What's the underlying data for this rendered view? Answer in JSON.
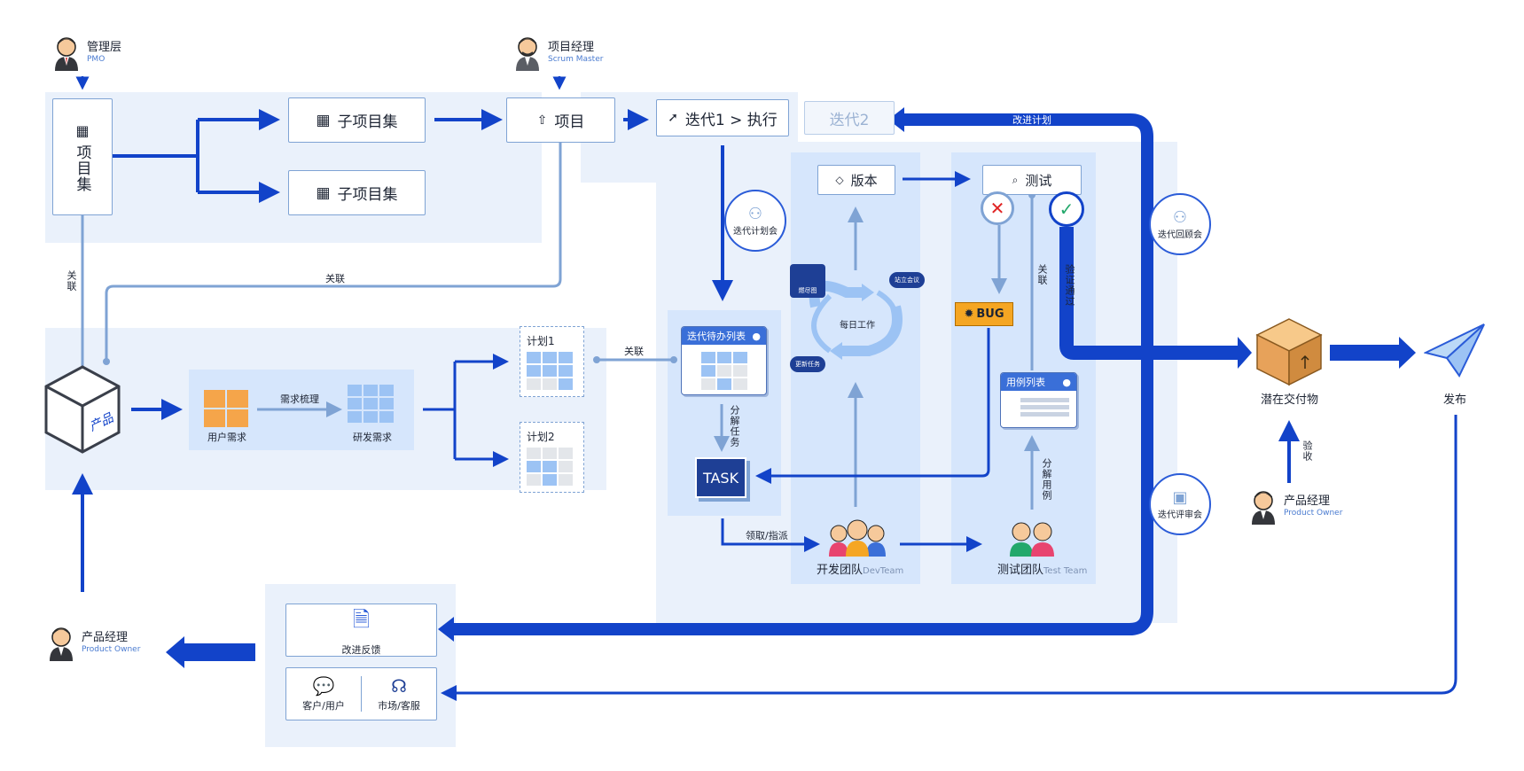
{
  "roles": {
    "mgmt": {
      "name": "管理层",
      "sub": "PMO"
    },
    "pm": {
      "name": "项目经理",
      "sub": "Scrum Master"
    },
    "po_right": {
      "name": "产品经理",
      "sub": "Product Owner"
    },
    "po_left": {
      "name": "产品经理",
      "sub": "Product Owner"
    }
  },
  "nodes": {
    "project_set": "项目集",
    "sub_set_1": "子项目集",
    "sub_set_2": "子项目集",
    "project": "项目",
    "iter1": "迭代1 > 执行",
    "iter2": "迭代2",
    "version": "版本",
    "test": "测试",
    "product": "产品",
    "user_req": "用户需求",
    "req_sort": "需求梳理",
    "dev_req": "研发需求",
    "plan1": "计划1",
    "plan2": "计划2",
    "backlog": "迭代待办列表",
    "task": "TASK",
    "bug": "BUG",
    "case_list": "用例列表",
    "daily_work": "每日工作",
    "burndown": "燃尽图",
    "standup": "站立会议",
    "update_task": "更新任务",
    "dev_team": "开发团队",
    "dev_team_sub": "DevTeam",
    "test_team": "测试团队",
    "test_team_sub": "Test Team",
    "deliverable": "潜在交付物",
    "release": "发布",
    "feedback": "改进反馈",
    "customer": "客户/用户",
    "market": "市场/客服"
  },
  "meetings": {
    "planning": "迭代计划会",
    "retro": "迭代回顾会",
    "review": "迭代评审会"
  },
  "edges": {
    "link_v": "关联",
    "link_h": "关联",
    "link_plan": "关联",
    "split_task": "分解任务",
    "claim": "领取/指派",
    "link_test": "关联",
    "verified": "验证通过",
    "split_case": "分解用例",
    "accept": "验收",
    "improve_plan": "改进计划"
  },
  "colors": {
    "accent": "#1243c9",
    "light_line": "#7fa3d4",
    "panel": "#eaf1fb",
    "panel_dark": "#d6e6fc"
  }
}
